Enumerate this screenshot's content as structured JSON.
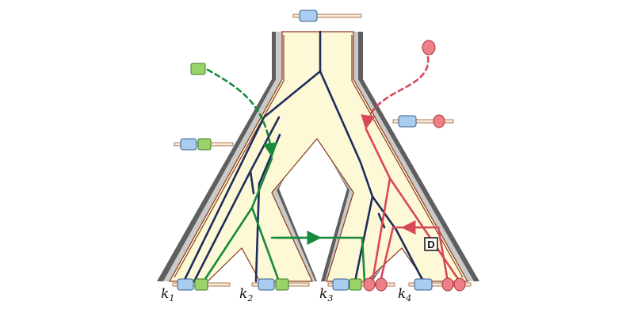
{
  "colors": {
    "background": "#ffffff",
    "tree_fill": "#fdf9d6",
    "tree_outer_shadow": "#5f5f5f",
    "tree_shadow_light": "#c9c9c9",
    "tree_edge_line": "#8a3b1c",
    "gene_lineage": "#1f2d5c",
    "green_lineage": "#178a3c",
    "red_lineage": "#d9475a",
    "blue_domain": "#a8cdf0",
    "green_domain": "#9bd36b",
    "red_domain": "#ef7f86",
    "gene_bar": "#f6ead8",
    "gene_bar_border": "#b07a55"
  },
  "icons": {
    "incoming_domain": "green-square-domain-icon",
    "incoming_red": "red-circle-domain-icon",
    "duplication_marker": "duplication-box-icon"
  },
  "labels": {
    "duplication": "D",
    "leaves": [
      {
        "letter": "k",
        "sub": "1"
      },
      {
        "letter": "k",
        "sub": "2"
      },
      {
        "letter": "k",
        "sub": "3"
      },
      {
        "letter": "k",
        "sub": "4"
      }
    ]
  }
}
